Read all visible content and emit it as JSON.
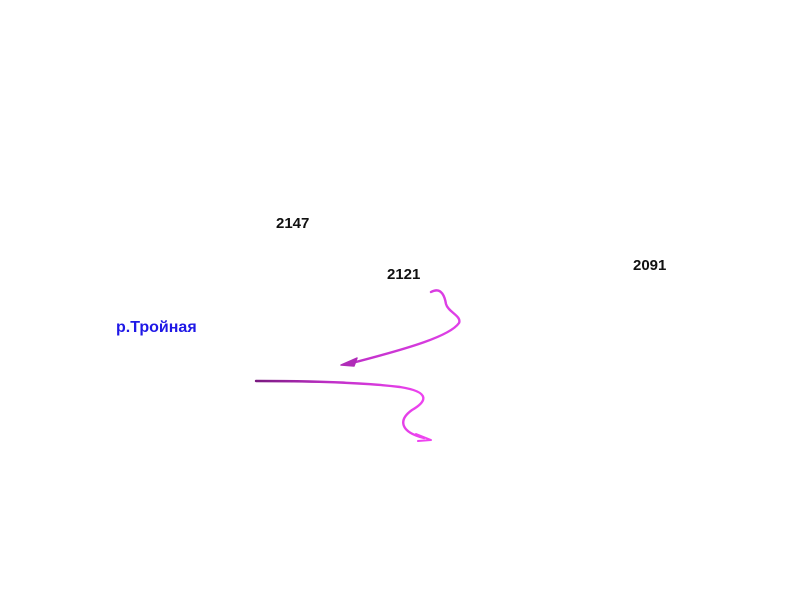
{
  "map": {
    "elevations": [
      {
        "value": "2147"
      },
      {
        "value": "2121"
      },
      {
        "value": "2091"
      }
    ],
    "river": {
      "label": "р.Тройная",
      "color": "#1f18e6"
    },
    "route": {
      "color": "#e040e8",
      "dark_color": "#8a1a8a"
    }
  }
}
